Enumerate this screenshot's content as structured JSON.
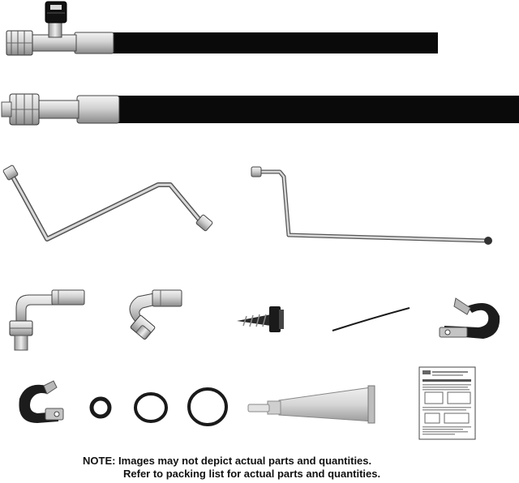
{
  "parts": [
    {
      "name": "hose-assembly-with-service-port"
    },
    {
      "name": "hose-assembly"
    },
    {
      "name": "bent-metal-line-long"
    },
    {
      "name": "bent-metal-line-short"
    },
    {
      "name": "90-degree-fitting"
    },
    {
      "name": "135-degree-fitting"
    },
    {
      "name": "self-tapping-screw"
    },
    {
      "name": "zip-tie"
    },
    {
      "name": "rubber-cushioned-clamp-large"
    },
    {
      "name": "rubber-cushioned-clamp-small"
    },
    {
      "name": "o-ring-small"
    },
    {
      "name": "o-ring-medium"
    },
    {
      "name": "o-ring-large"
    },
    {
      "name": "lubricant-tube"
    },
    {
      "name": "instruction-sheet"
    }
  ],
  "note": {
    "line1": "NOTE: Images may not depict actual parts and quantities.",
    "line2": "Refer to packing list for actual parts and quantities."
  },
  "colors": {
    "hose": "#0a0a0a",
    "metal_light": "#e6e6e6",
    "metal_mid": "#a8a8a8",
    "metal_dark": "#555555",
    "rubber": "#1c1c1c",
    "tube": "#d8d8d8"
  }
}
